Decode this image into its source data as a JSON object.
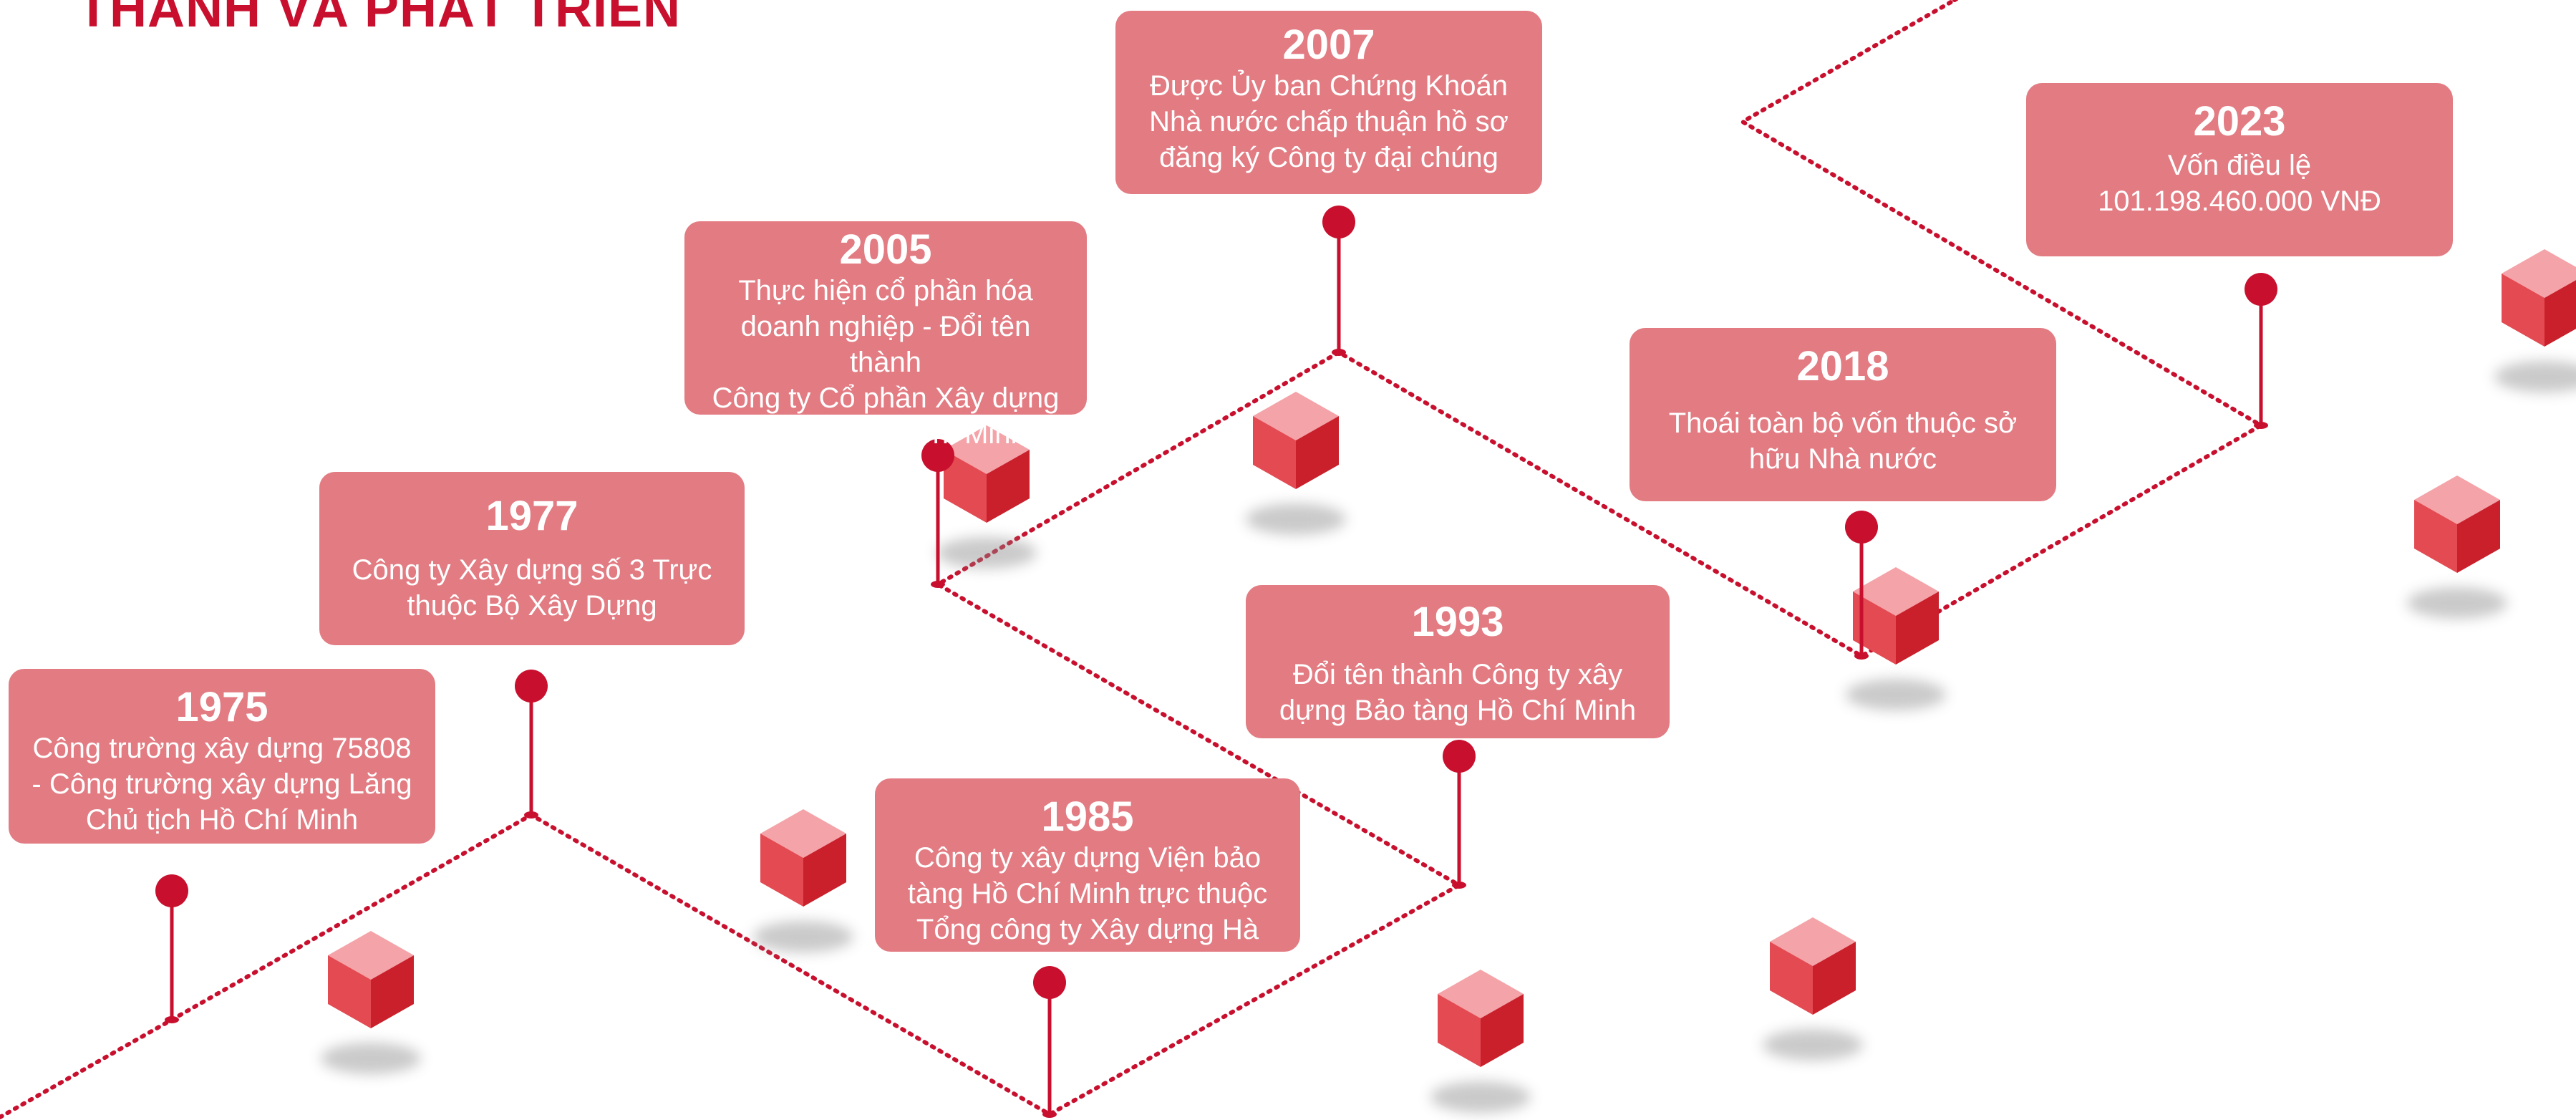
{
  "page": {
    "title": "THÀNH VÀ PHÁT TRIỂN"
  },
  "colors": {
    "accent": "#c8102e",
    "card": "#e27b82",
    "line": "#c8102e",
    "cube_top": "#f4a3a8",
    "cube_left": "#e34a52",
    "cube_right": "#c9202b"
  },
  "milestones": [
    {
      "year": "1975",
      "text": "Công trường xây dựng 75808\n- Công trường xây dựng Lăng\nChủ tịch Hồ Chí Minh"
    },
    {
      "year": "1977",
      "text": "Công ty Xây dựng số 3 Trực\nthuộc Bộ Xây Dựng"
    },
    {
      "year": "1985",
      "text": "Công ty xây dựng Viện bảo\ntàng Hồ Chí Minh trực thuộc\nTổng công ty Xây dựng Hà Nội"
    },
    {
      "year": "1993",
      "text": "Đổi tên thành Công ty xây\ndựng Bảo tàng Hồ Chí Minh"
    },
    {
      "year": "2005",
      "text": "Thực hiện cổ phần hóa\ndoanh nghiệp - Đổi tên thành\nCông ty Cổ phần Xây dựng\nBảo tàng Hồ Chí Minh"
    },
    {
      "year": "2007",
      "text": "Được Ủy ban Chứng Khoán\nNhà nước chấp thuận hồ sơ\nđăng ký Công ty đại chúng"
    },
    {
      "year": "2018",
      "text": "Thoái toàn bộ vốn thuộc sở\nhữu Nhà nước"
    },
    {
      "year": "2023",
      "text": "Vốn điều lệ\n101.198.460.000 VNĐ"
    }
  ]
}
